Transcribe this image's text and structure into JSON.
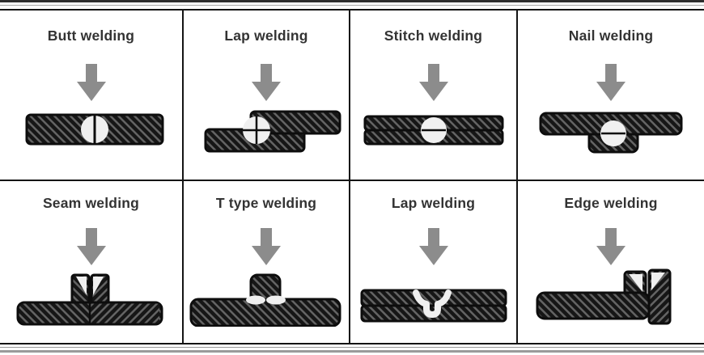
{
  "figure": {
    "name": "resistance-welding-joint-types",
    "rows": 2,
    "columns": 4
  },
  "colors": {
    "background": "#ffffff",
    "title_text": "#333333",
    "arrow_gray": "#8c8c8c",
    "metal_dark": "#161616",
    "hatch_stripe": "#646464",
    "outline_black": "#0d0d0d",
    "weld_nugget_white": "#f0f0f0",
    "grid_line": "#141414",
    "deco_gray_line": "#9a9a9a"
  },
  "icons": {
    "pressure_arrow": "down-block-arrow-icon"
  },
  "cells": [
    {
      "title": "Butt welding",
      "diagram": "butt-joint-nugget-cross-section"
    },
    {
      "title": "Lap welding",
      "diagram": "overlapped-sheets-nugget-cross-section"
    },
    {
      "title": "Stitch welding",
      "diagram": "stacked-sheets-nugget-cross-section"
    },
    {
      "title": "Nail welding",
      "diagram": "sheet-over-block-nugget-cross-section"
    },
    {
      "title": "Seam welding",
      "diagram": "two-upright-pieces-on-plate-v-groove"
    },
    {
      "title": "T type welding",
      "diagram": "upright-stem-on-plate-fillet-welds"
    },
    {
      "title": "Lap welding",
      "diagram": "stacked-sheets-joggled-u-groove"
    },
    {
      "title": "Edge welding",
      "diagram": "plate-with-two-upright-edges-v-groove"
    }
  ]
}
